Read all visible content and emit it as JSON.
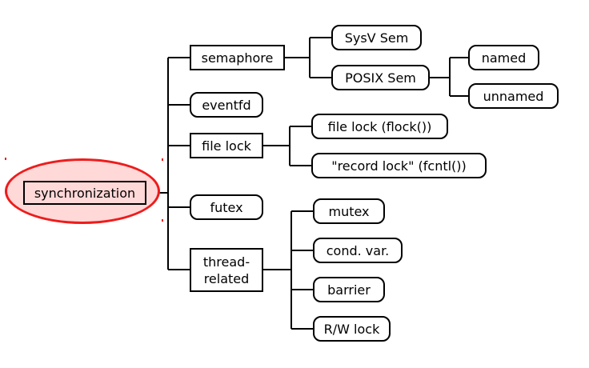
{
  "root": {
    "label": "synchronization",
    "highlight_color": "#ee1c1c",
    "fill_color": "#ffd8d8"
  },
  "nodes": {
    "semaphore": "semaphore",
    "sysv_sem": "SysV Sem",
    "posix_sem": "POSIX Sem",
    "named": "named",
    "unnamed": "unnamed",
    "eventfd": "eventfd",
    "file_lock": "file lock",
    "flock": "file lock (flock())",
    "record_lock": "\"record lock\" (fcntl())",
    "futex": "futex",
    "thread_related_1": "thread-",
    "thread_related_2": "related",
    "mutex": "mutex",
    "cond_var": "cond. var.",
    "barrier": "barrier",
    "rw_lock": "R/W lock"
  },
  "edges": [
    [
      "synchronization",
      "semaphore"
    ],
    [
      "synchronization",
      "eventfd"
    ],
    [
      "synchronization",
      "file_lock"
    ],
    [
      "synchronization",
      "futex"
    ],
    [
      "synchronization",
      "thread_related"
    ],
    [
      "semaphore",
      "sysv_sem"
    ],
    [
      "semaphore",
      "posix_sem"
    ],
    [
      "posix_sem",
      "named"
    ],
    [
      "posix_sem",
      "unnamed"
    ],
    [
      "file_lock",
      "flock"
    ],
    [
      "file_lock",
      "record_lock"
    ],
    [
      "thread_related",
      "mutex"
    ],
    [
      "thread_related",
      "cond_var"
    ],
    [
      "thread_related",
      "barrier"
    ],
    [
      "thread_related",
      "rw_lock"
    ]
  ]
}
